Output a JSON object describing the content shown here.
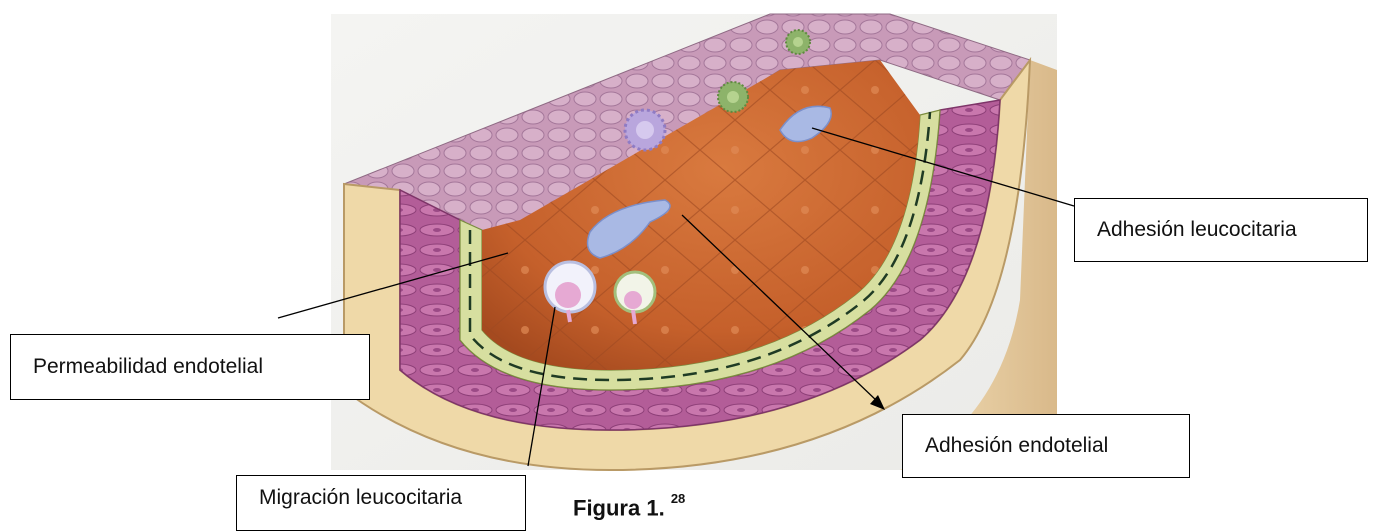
{
  "labels": {
    "adhesion_leucocitaria": "Adhesión leucocitaria",
    "permeabilidad_endotelial": "Permeabilidad endotelial",
    "adhesion_endotelial": "Adhesión endotelial",
    "migracion_leucocitaria": "Migración leucocitaria"
  },
  "caption": {
    "text": "Figura 1.",
    "reference": "28"
  },
  "colors": {
    "lumen": "#c8652f",
    "muscle": "#b85f9c",
    "adventitia": "#efd9a8",
    "intima": "#d7dfa0",
    "leukocyte_blue": "#a9b9e4",
    "leukocyte_green": "#8db36a"
  }
}
